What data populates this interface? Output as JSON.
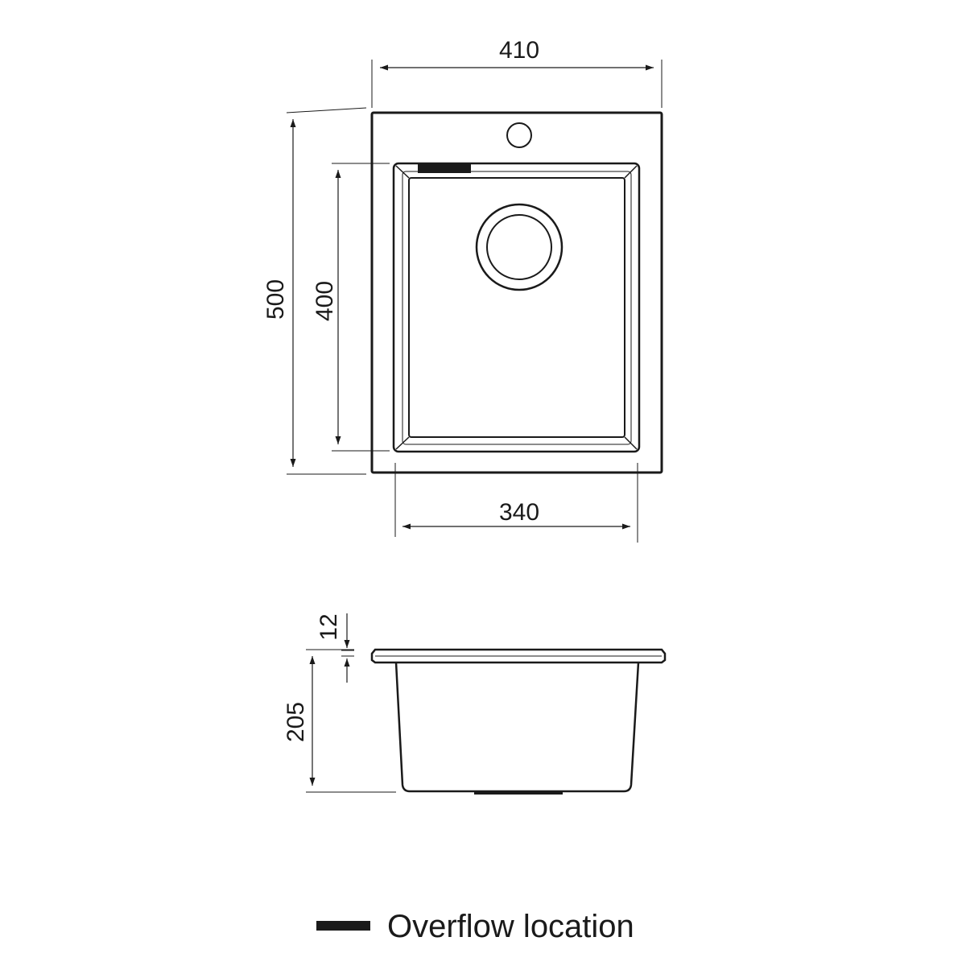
{
  "dimensions": {
    "top_width": "410",
    "top_height": "500",
    "bowl_height": "400",
    "bowl_width": "340",
    "rim_thickness": "12",
    "depth": "205"
  },
  "legend": {
    "label": "Overflow location",
    "swatch_color": "#1a1a1a"
  },
  "colors": {
    "line": "#1a1a1a",
    "background": "#ffffff"
  }
}
